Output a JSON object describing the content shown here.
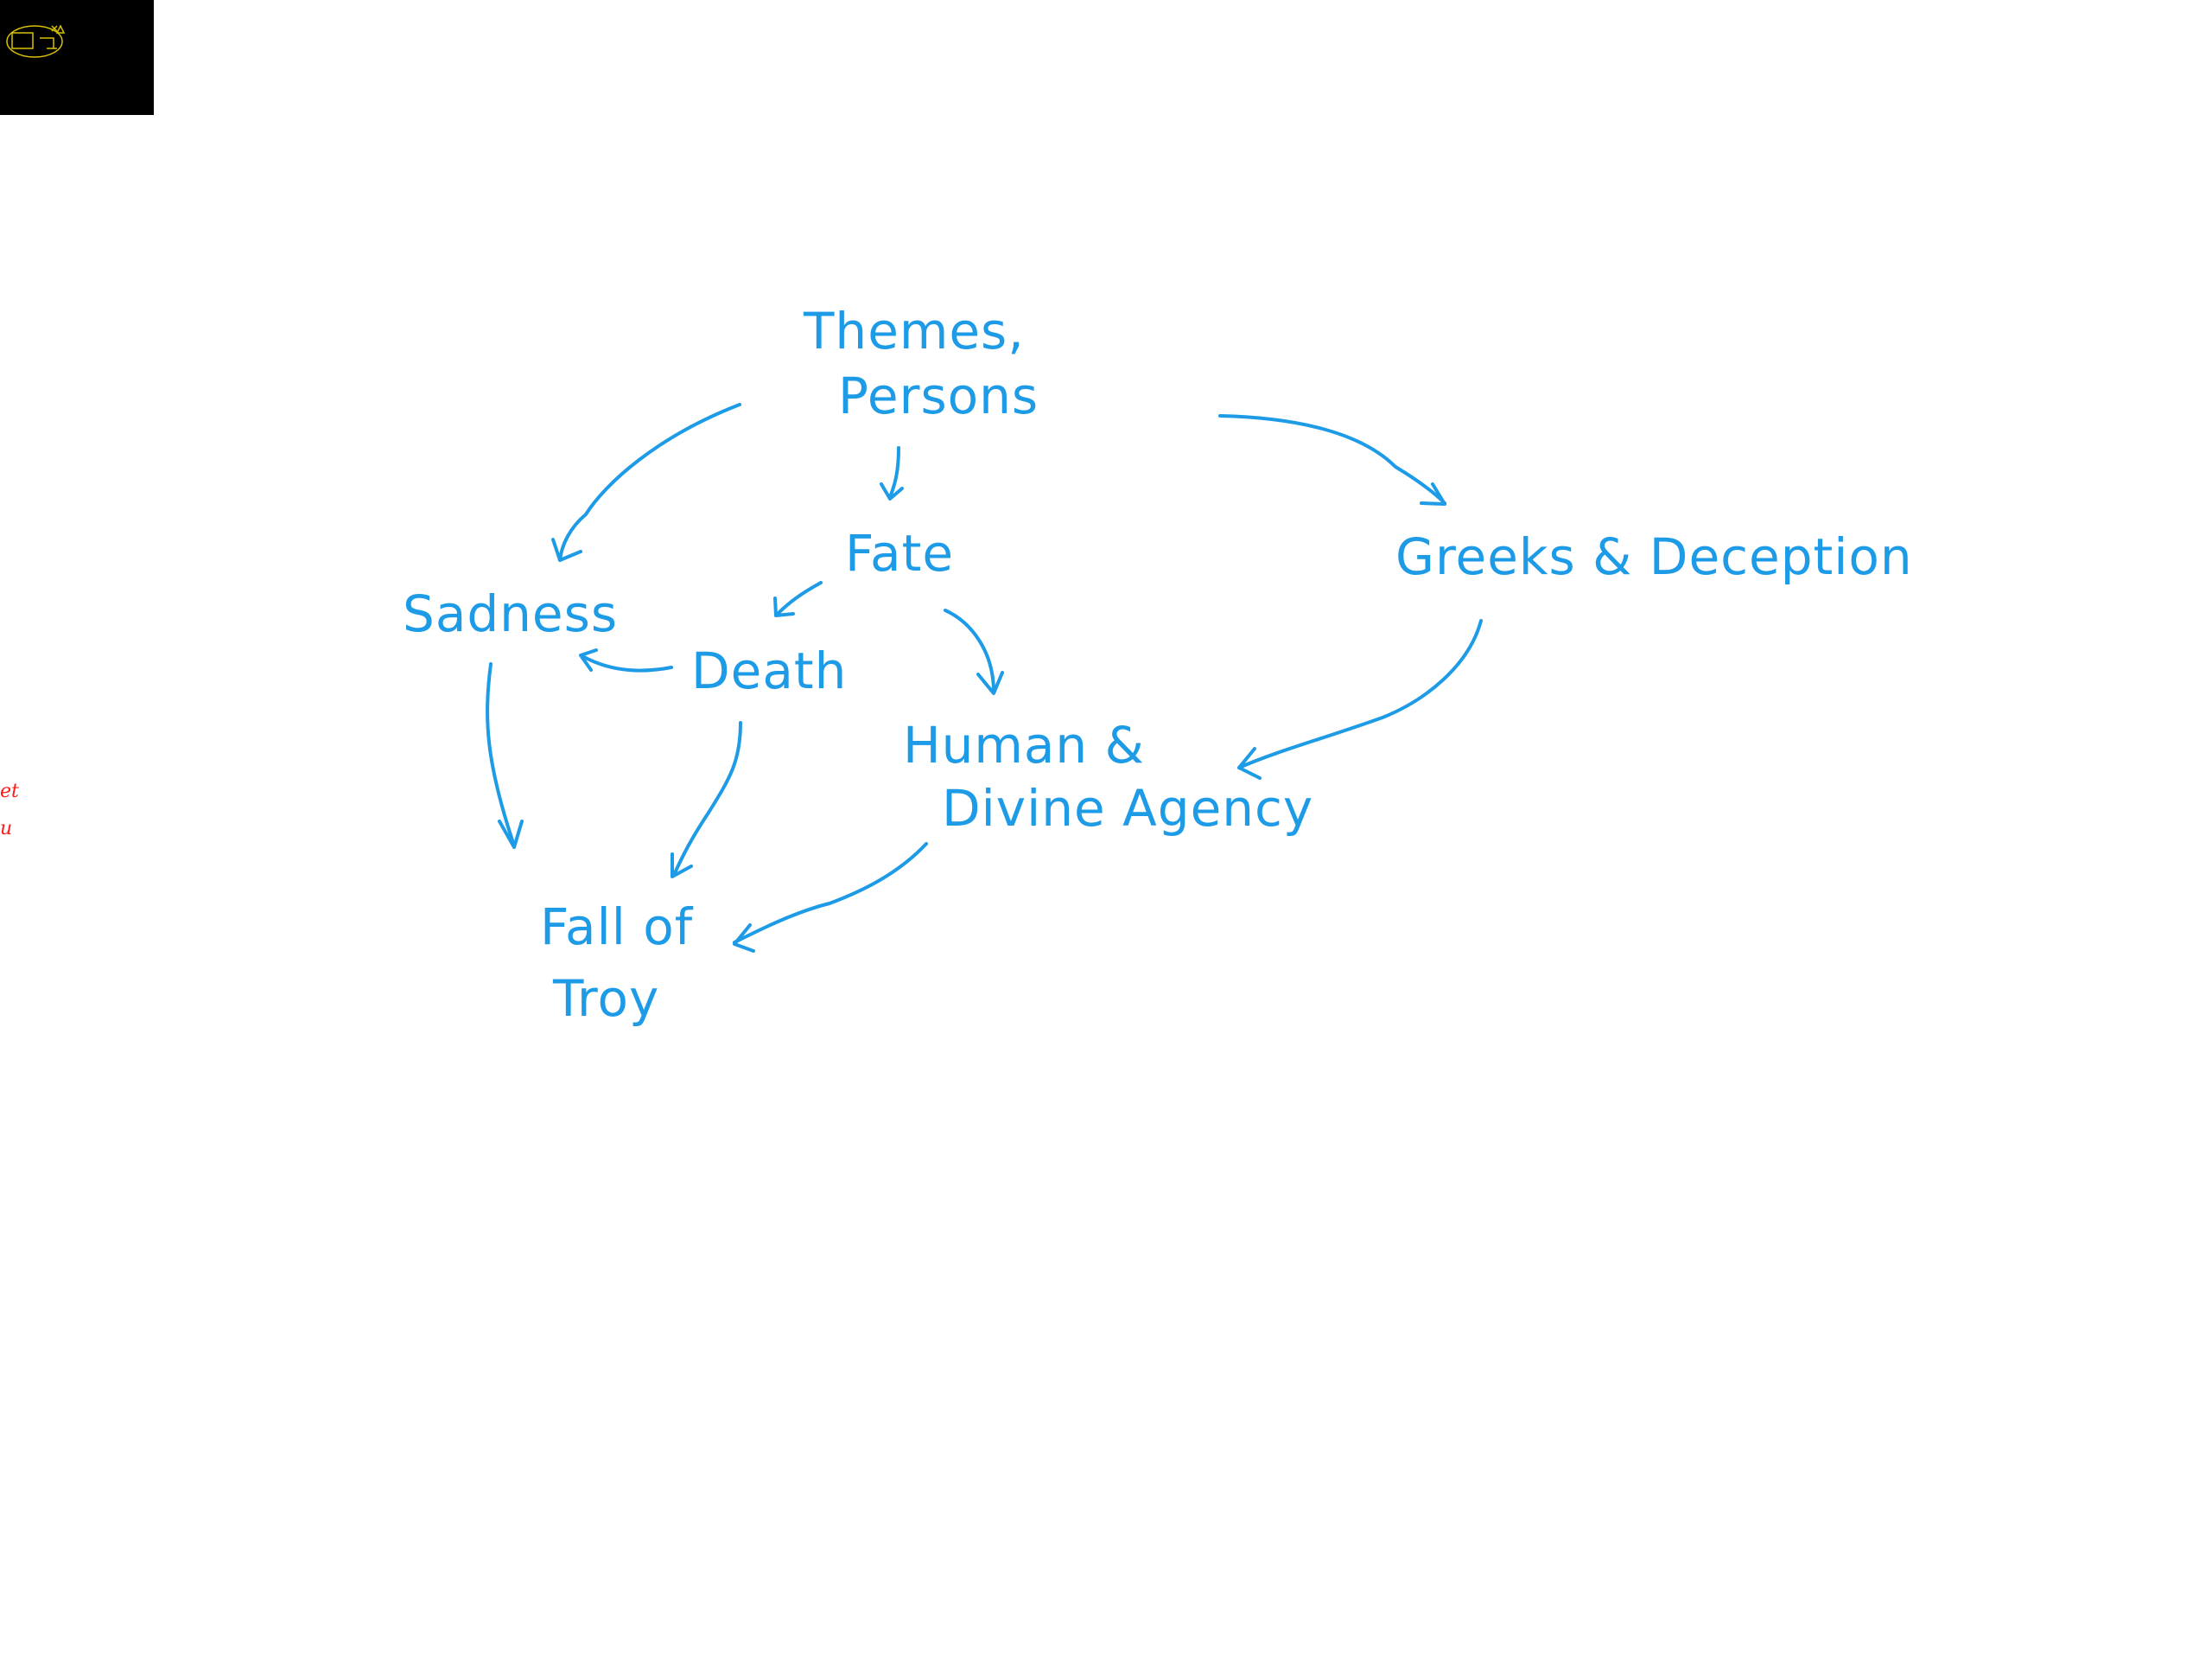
{
  "colors": {
    "ink": "#1e9be6",
    "background": "#ffffff",
    "thumbnail_bg": "#000000",
    "margin_note": "#ff1a1a"
  },
  "thumbnail": {
    "icon": "scribble-thumbnail-icon"
  },
  "margin_notes": [
    "et",
    "u"
  ],
  "nodes": {
    "themes": {
      "line1": "Themes,",
      "line2": "Persons"
    },
    "fate": {
      "label": "Fate"
    },
    "sadness": {
      "label": "Sadness"
    },
    "death": {
      "label": "Death"
    },
    "greeks": {
      "label": "Greeks & Deception"
    },
    "agency": {
      "line1": "Human &",
      "line2": "Divine Agency"
    },
    "troy": {
      "line1": "Fall of",
      "line2": "Troy"
    }
  },
  "edges": [
    {
      "from": "Themes, Persons",
      "to": "Sadness"
    },
    {
      "from": "Themes, Persons",
      "to": "Fate"
    },
    {
      "from": "Themes, Persons",
      "to": "Greeks & Deception"
    },
    {
      "from": "Fate",
      "to": "Death"
    },
    {
      "from": "Fate",
      "to": "Human & Divine Agency"
    },
    {
      "from": "Death",
      "to": "Sadness"
    },
    {
      "from": "Sadness",
      "to": "Fall of Troy"
    },
    {
      "from": "Death",
      "to": "Fall of Troy"
    },
    {
      "from": "Human & Divine Agency",
      "to": "Fall of Troy"
    },
    {
      "from": "Greeks & Deception",
      "to": "Human & Divine Agency"
    }
  ]
}
